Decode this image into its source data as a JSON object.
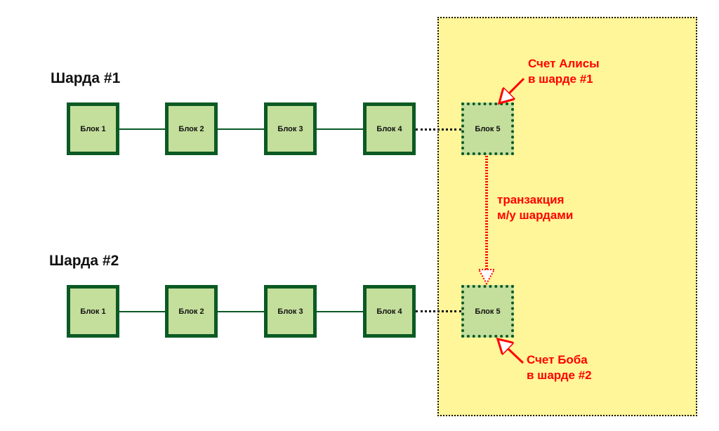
{
  "colors": {
    "zone_fill": "#fff599",
    "block_fill": "#c4de9c",
    "block_border": "#0b5a24",
    "annotation": "#ff0000"
  },
  "shards": [
    {
      "title": "Шарда #1",
      "blocks": [
        "Блок 1",
        "Блок 2",
        "Блок 3",
        "Блок 4",
        "Блок 5"
      ],
      "pending_block": "Блок 5",
      "note": [
        "Счет Алисы",
        "в шарде #1"
      ]
    },
    {
      "title": "Шарда #2",
      "blocks": [
        "Блок 1",
        "Блок 2",
        "Блок 3",
        "Блок 4",
        "Блок 5"
      ],
      "pending_block": "Блок 5",
      "note": [
        "Счет Боба",
        "в шарде #2"
      ]
    }
  ],
  "transaction_label": [
    "транзакция",
    "м/у шардами"
  ]
}
